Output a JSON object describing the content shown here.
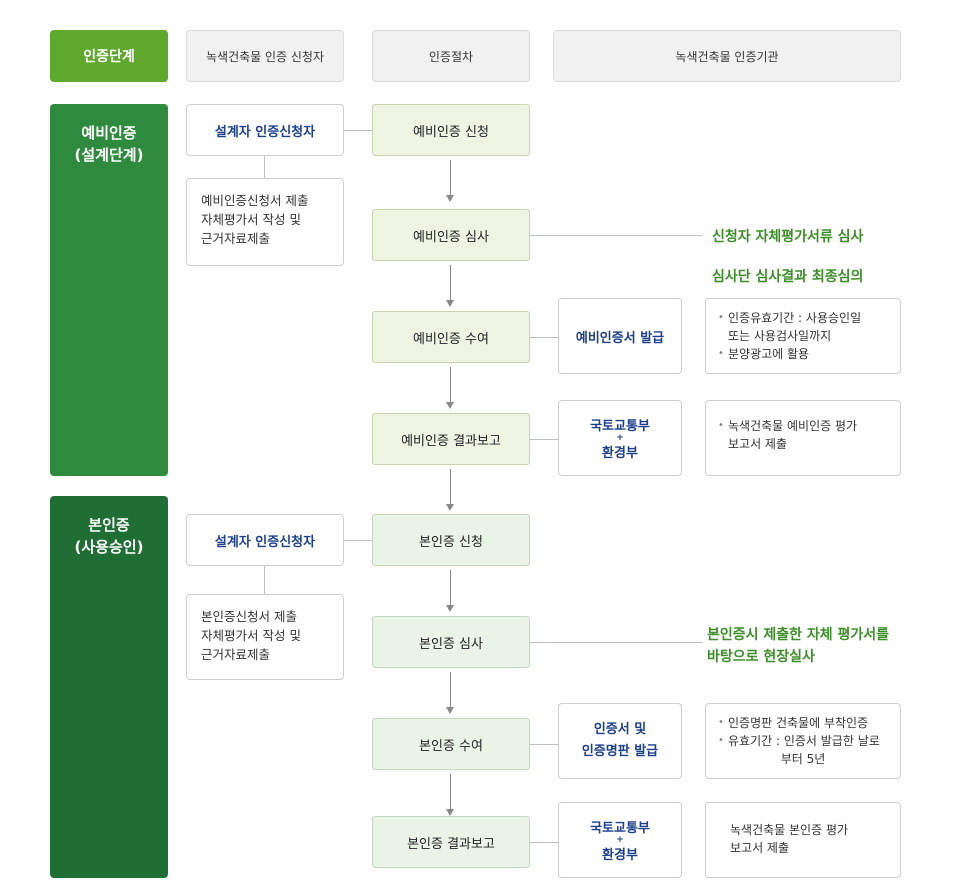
{
  "header": {
    "stage": "인증단계",
    "applicant": "녹색건축물 인증 신청자",
    "procedure": "인증절차",
    "agency": "녹색건축물 인증기관"
  },
  "pre": {
    "stage_line1": "예비인증",
    "stage_line2": "(설계단계)",
    "applicant_title": "설계자 인증신청자",
    "applicant_docs": [
      "예비인증신청서 제출",
      "자체평가서 작성 및",
      "근거자료제출"
    ],
    "steps": [
      "예비인증 신청",
      "예비인증 심사",
      "예비인증 수여",
      "예비인증 결과보고"
    ],
    "review_note": "신청자 자체평가서류 심사",
    "review_note2": "심사단 심사결과 최종심의",
    "issue": "예비인증서 발급",
    "issue_notes": [
      "인증유효기간 : 사용승인일",
      "또는 사용검사일까지",
      "분양광고에 활용"
    ],
    "report_to_1": "국토교통부",
    "report_plus": "+",
    "report_to_2": "환경부",
    "report_notes": [
      "녹색건축물 예비인증 평가",
      "보고서 제출"
    ]
  },
  "main": {
    "stage_line1": "본인증",
    "stage_line2": "(사용승인)",
    "applicant_title": "설계자 인증신청자",
    "applicant_docs": [
      "본인증신청서 제출",
      "자체평가서 작성 및",
      "근거자료제출"
    ],
    "steps": [
      "본인증 신청",
      "본인증 심사",
      "본인증 수여",
      "본인증 결과보고"
    ],
    "review_note": [
      "본인증시 제출한 자체 평가서를",
      "바탕으로 현장실사"
    ],
    "issue": [
      "인증서 및",
      "인증명판 발급"
    ],
    "issue_notes": [
      "인증명판 건축물에 부착인증",
      "유효기간 : 인증서 발급한 날로",
      "부터 5년"
    ],
    "report_to_1": "국토교통부",
    "report_plus": "+",
    "report_to_2": "환경부",
    "report_notes": [
      "녹색건축물 본인증 평가",
      "보고서 제출"
    ]
  }
}
